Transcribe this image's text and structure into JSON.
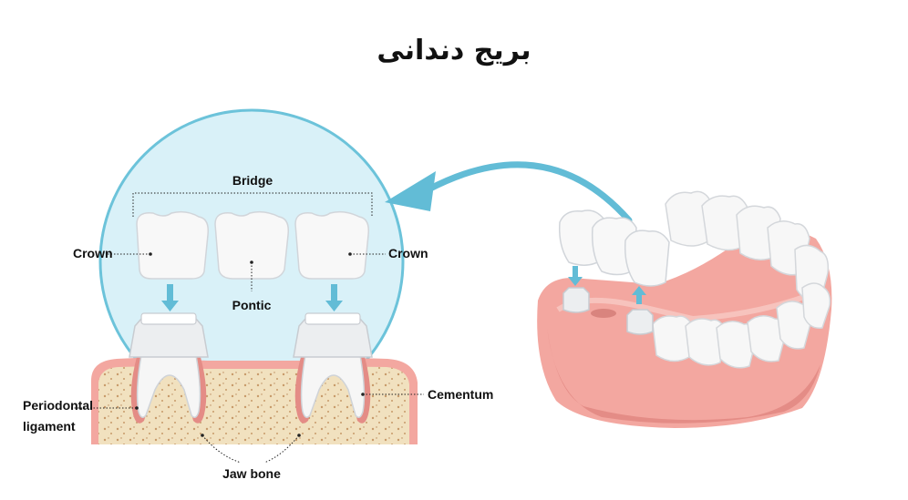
{
  "title": "بریج دندانی",
  "labels": {
    "bridge": "Bridge",
    "crown_left": "Crown",
    "crown_right": "Crown",
    "pontic": "Pontic",
    "periodontal_line1": "Periodontal",
    "periodontal_line2": "ligament",
    "cementum": "Cementum",
    "jaw_bone": "Jaw bone"
  },
  "colors": {
    "circle_fill": "#d9f1f8",
    "circle_stroke": "#6cc3da",
    "arrow": "#62bcd6",
    "bone": "#f1e1bf",
    "gum": "#f3a7a0",
    "gum_dark": "#e48c86",
    "tooth": "#f6f6f6"
  }
}
